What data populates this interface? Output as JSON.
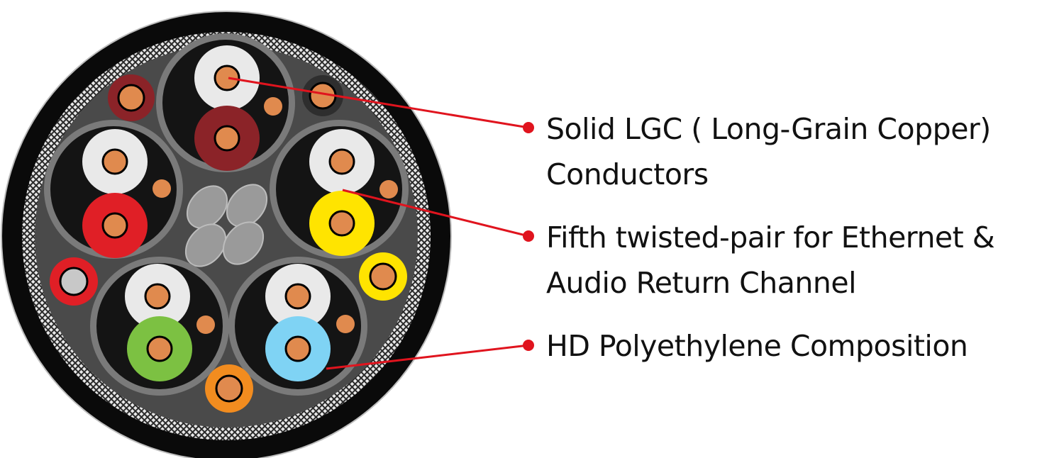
{
  "callouts": [
    {
      "lines": [
        "Solid LGC ( Long-Grain Copper)",
        "Conductors"
      ]
    },
    {
      "lines": [
        "Fifth twisted-pair for Ethernet &",
        "Audio Return Channel"
      ]
    },
    {
      "lines": [
        "HD Polyethylene Composition"
      ]
    }
  ],
  "colors": {
    "callout_line": "#e0141e",
    "jacket": "#0a0a0a",
    "filler": "#4a4a4a",
    "copper": "#e08a4e",
    "insulation": [
      "#e9e9e9",
      "#8b2328",
      "#e01f26",
      "#ffe400",
      "#7cc142",
      "#7fd3f4",
      "#f28c1f"
    ]
  }
}
